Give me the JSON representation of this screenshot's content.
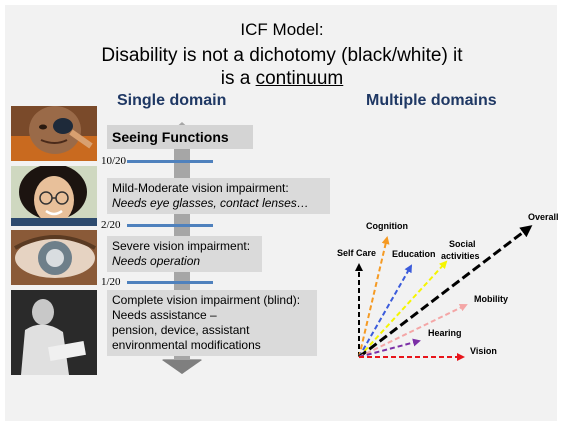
{
  "title": {
    "line1": "ICF Model:",
    "line2": "Disability is not a dichotomy (black/white) it",
    "line3_prefix": "is a ",
    "line3_underlined": "continuum"
  },
  "headings": {
    "single": "Single domain",
    "multiple": "Multiple  domains"
  },
  "scale": {
    "label": "Seeing Functions",
    "levels": [
      "10/20",
      "2/20",
      "1/20"
    ],
    "boxes": [
      {
        "title": "Mild-Moderate vision impairment:",
        "detail": "Needs eye glasses, contact lenses…"
      },
      {
        "title": "Severe vision impairment:",
        "detail": "Needs operation"
      },
      {
        "title": "Complete vision impairment (blind):",
        "lines": [
          "Needs assistance –",
          "pension, device, assistant",
          "environmental modifications"
        ]
      }
    ]
  },
  "domains": {
    "arrows": [
      {
        "label": "Self Care",
        "color": "#000000"
      },
      {
        "label": "Cognition",
        "color": "#f59a23"
      },
      {
        "label": "Education",
        "color": "#3b5bdb"
      },
      {
        "label": "Social activities",
        "label_lines": [
          "Social",
          "activities"
        ],
        "color": "#f5f500"
      },
      {
        "label": "Overall",
        "color": "#000000"
      },
      {
        "label": "Mobility",
        "color": "#f4a6a6"
      },
      {
        "label": "Hearing",
        "color": "#7b2fa6"
      },
      {
        "label": "Vision",
        "color": "#e8151b"
      }
    ]
  }
}
